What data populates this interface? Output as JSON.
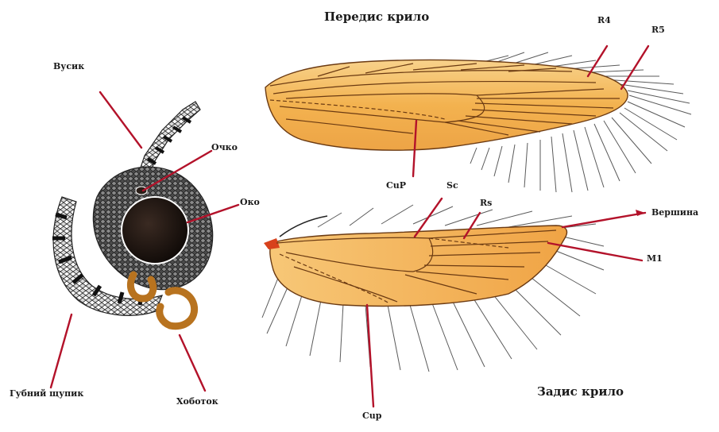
{
  "titles": {
    "forewing": "Передис крило",
    "hindwing": "Задис крило"
  },
  "labels": {
    "antenna": "Вусик",
    "ocellus": "Очко",
    "eye": "Око",
    "labial_palp": "Губний щупик",
    "proboscis": "Хоботок",
    "r4": "R4",
    "r5": "R5",
    "cup_fore": "CuP",
    "sc": "Sc",
    "rs": "Rs",
    "apex": "Вершина",
    "m1": "M1",
    "cup_hind": "Cup"
  },
  "colors": {
    "wing_fill": "#f3b24f",
    "wing_light": "#f8d28b",
    "vein": "#6b3a12",
    "fringe": "#555555",
    "pointer": "#b3122a",
    "eye": "#1e1410",
    "proboscis": "#b8731f"
  }
}
